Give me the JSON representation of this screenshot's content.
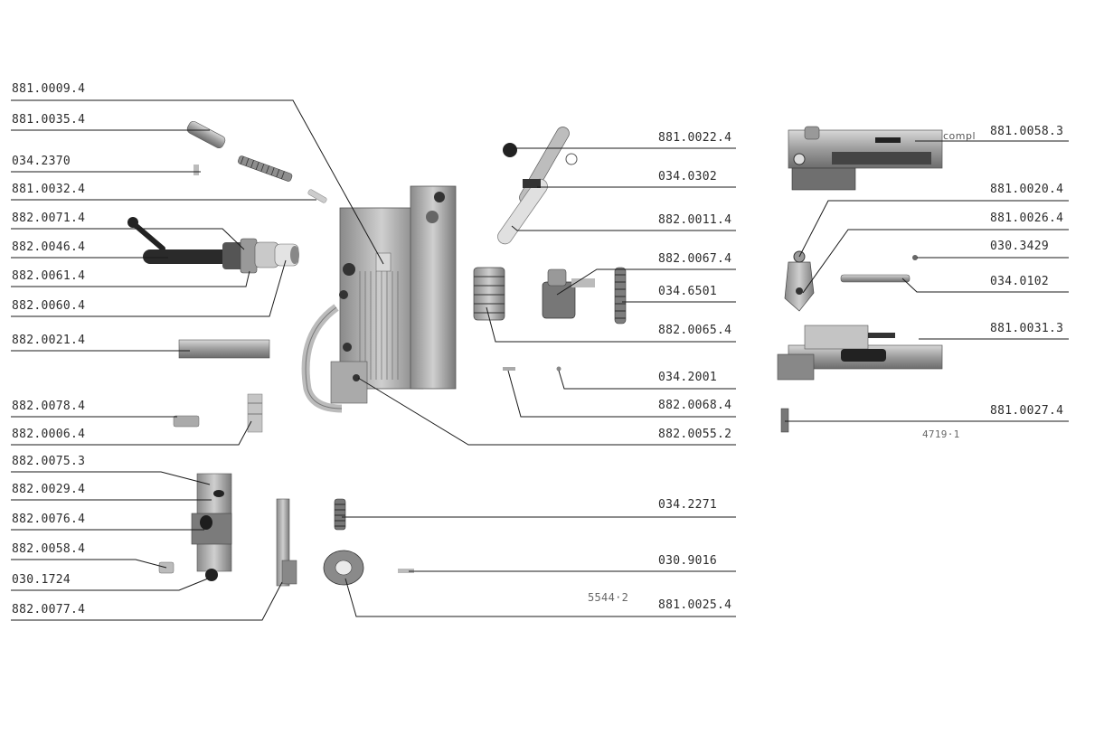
{
  "left_labels": [
    {
      "id": "l1",
      "text": "881.0009.4"
    },
    {
      "id": "l2",
      "text": "881.0035.4"
    },
    {
      "id": "l3",
      "text": "034.2370"
    },
    {
      "id": "l4",
      "text": "881.0032.4"
    },
    {
      "id": "l5",
      "text": "882.0071.4"
    },
    {
      "id": "l6",
      "text": "882.0046.4"
    },
    {
      "id": "l7",
      "text": "882.0061.4"
    },
    {
      "id": "l8",
      "text": "882.0060.4"
    },
    {
      "id": "l9",
      "text": "882.0021.4"
    },
    {
      "id": "l10",
      "text": "882.0078.4"
    },
    {
      "id": "l11",
      "text": "882.0006.4"
    },
    {
      "id": "l12",
      "text": "882.0075.3"
    },
    {
      "id": "l13",
      "text": "882.0029.4"
    },
    {
      "id": "l14",
      "text": "882.0076.4"
    },
    {
      "id": "l15",
      "text": "882.0058.4"
    },
    {
      "id": "l16",
      "text": "030.1724"
    },
    {
      "id": "l17",
      "text": "882.0077.4"
    }
  ],
  "center_labels": [
    {
      "id": "c1",
      "text": "881.0022.4"
    },
    {
      "id": "c2",
      "text": "034.0302"
    },
    {
      "id": "c3",
      "text": "882.0011.4"
    },
    {
      "id": "c4",
      "text": "882.0067.4"
    },
    {
      "id": "c5",
      "text": "034.6501"
    },
    {
      "id": "c6",
      "text": "882.0065.4"
    },
    {
      "id": "c7",
      "text": "034.2001"
    },
    {
      "id": "c8",
      "text": "882.0068.4"
    },
    {
      "id": "c9",
      "text": "882.0055.2"
    },
    {
      "id": "c10",
      "text": "034.2271"
    },
    {
      "id": "c11",
      "text": "030.9016"
    },
    {
      "id": "c12",
      "text": "881.0025.4"
    }
  ],
  "right_labels": [
    {
      "id": "r1",
      "text": "881.0058.3"
    },
    {
      "id": "r2",
      "text": "881.0020.4"
    },
    {
      "id": "r3",
      "text": "881.0026.4"
    },
    {
      "id": "r4",
      "text": "030.3429"
    },
    {
      "id": "r5",
      "text": "034.0102"
    },
    {
      "id": "r6",
      "text": "881.0031.3"
    },
    {
      "id": "r7",
      "text": "881.0027.4"
    }
  ],
  "annotations": {
    "compl": "compl",
    "ref_center": "5544·2",
    "ref_right": "4719·1"
  }
}
